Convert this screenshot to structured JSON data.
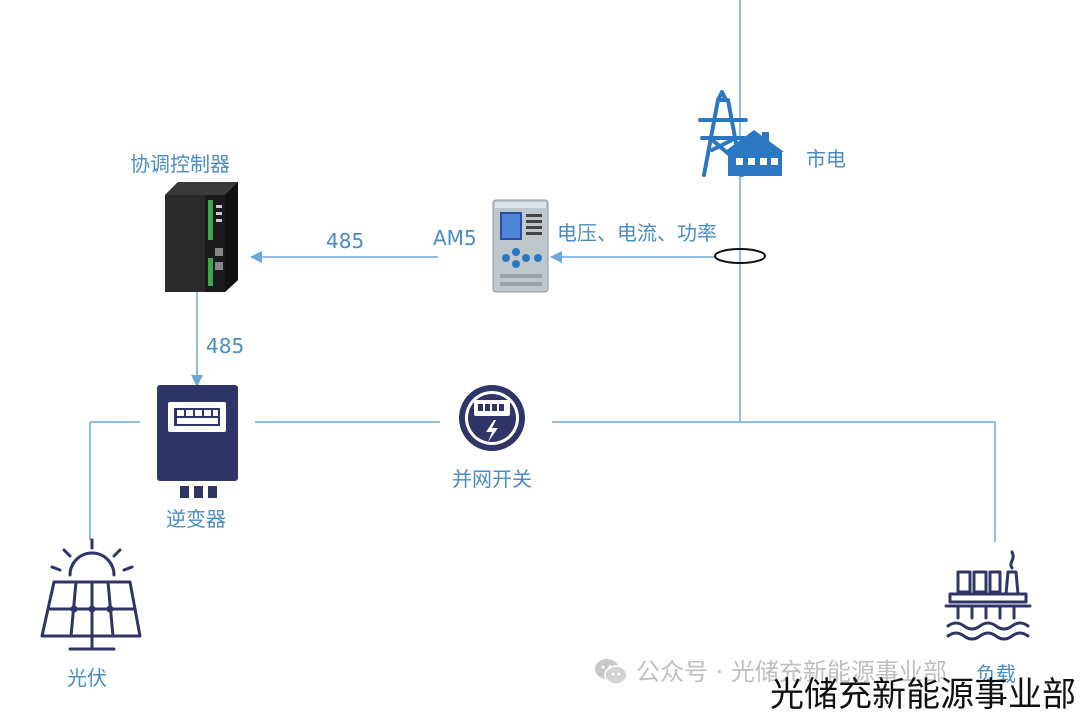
{
  "labels": {
    "controller": "协调控制器",
    "grid": "市电",
    "meter": "AM5",
    "measurements": "电压、电流、功率",
    "link_top": "485",
    "link_side": "485",
    "inverter": "逆变器",
    "grid_switch": "并网开关",
    "pv": "光伏",
    "load": "负载"
  },
  "watermark": {
    "wechat": "公众号 · 光储充新能源事业部",
    "brand": "光储充新能源事业部"
  },
  "colors": {
    "line": "#4a8cc6",
    "icon_dark": "#2f3566",
    "icon_blue": "#2b77c2",
    "label": "#4a8cc6"
  }
}
